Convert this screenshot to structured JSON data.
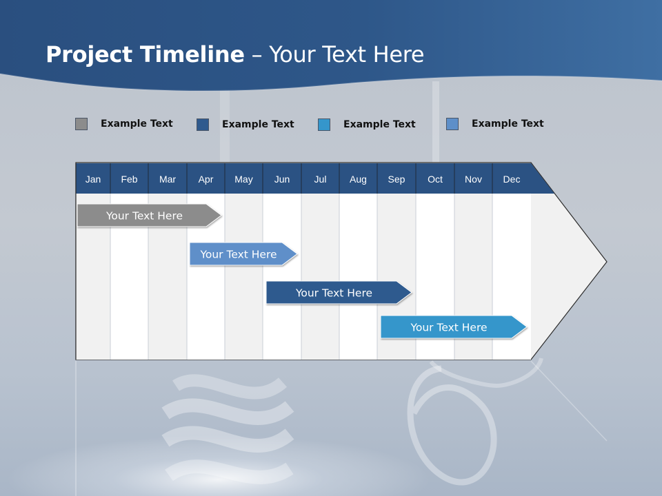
{
  "title": {
    "bold": "Project Timeline",
    "rest": " – Your Text Here"
  },
  "legend": [
    {
      "label": "Example Text",
      "color": "#8c8c8c"
    },
    {
      "label": "Example Text",
      "color": "#2f5a8e"
    },
    {
      "label": "Example Text",
      "color": "#3596cb"
    },
    {
      "label": "Example Text",
      "color": "#5e8fc9"
    }
  ],
  "months": [
    "Jan",
    "Feb",
    "Mar",
    "Apr",
    "May",
    "Jun",
    "Jul",
    "Aug",
    "Sep",
    "Oct",
    "Nov",
    "Dec"
  ],
  "tasks": [
    {
      "label": "Your  Text Here",
      "color": "#8c8c8c",
      "start": "Jan",
      "end": "Apr"
    },
    {
      "label": "Your  Text Here",
      "color": "#5e8fc9",
      "start": "Apr",
      "end": "Jun"
    },
    {
      "label": "Your  Text Here",
      "color": "#2f5a8e",
      "start": "Jun",
      "end": "Sep"
    },
    {
      "label": "Your  Text Here",
      "color": "#3596cb",
      "start": "Sep",
      "end": "Dec"
    }
  ],
  "colors": {
    "header": "#2b5283",
    "banner": "#2d5689"
  }
}
